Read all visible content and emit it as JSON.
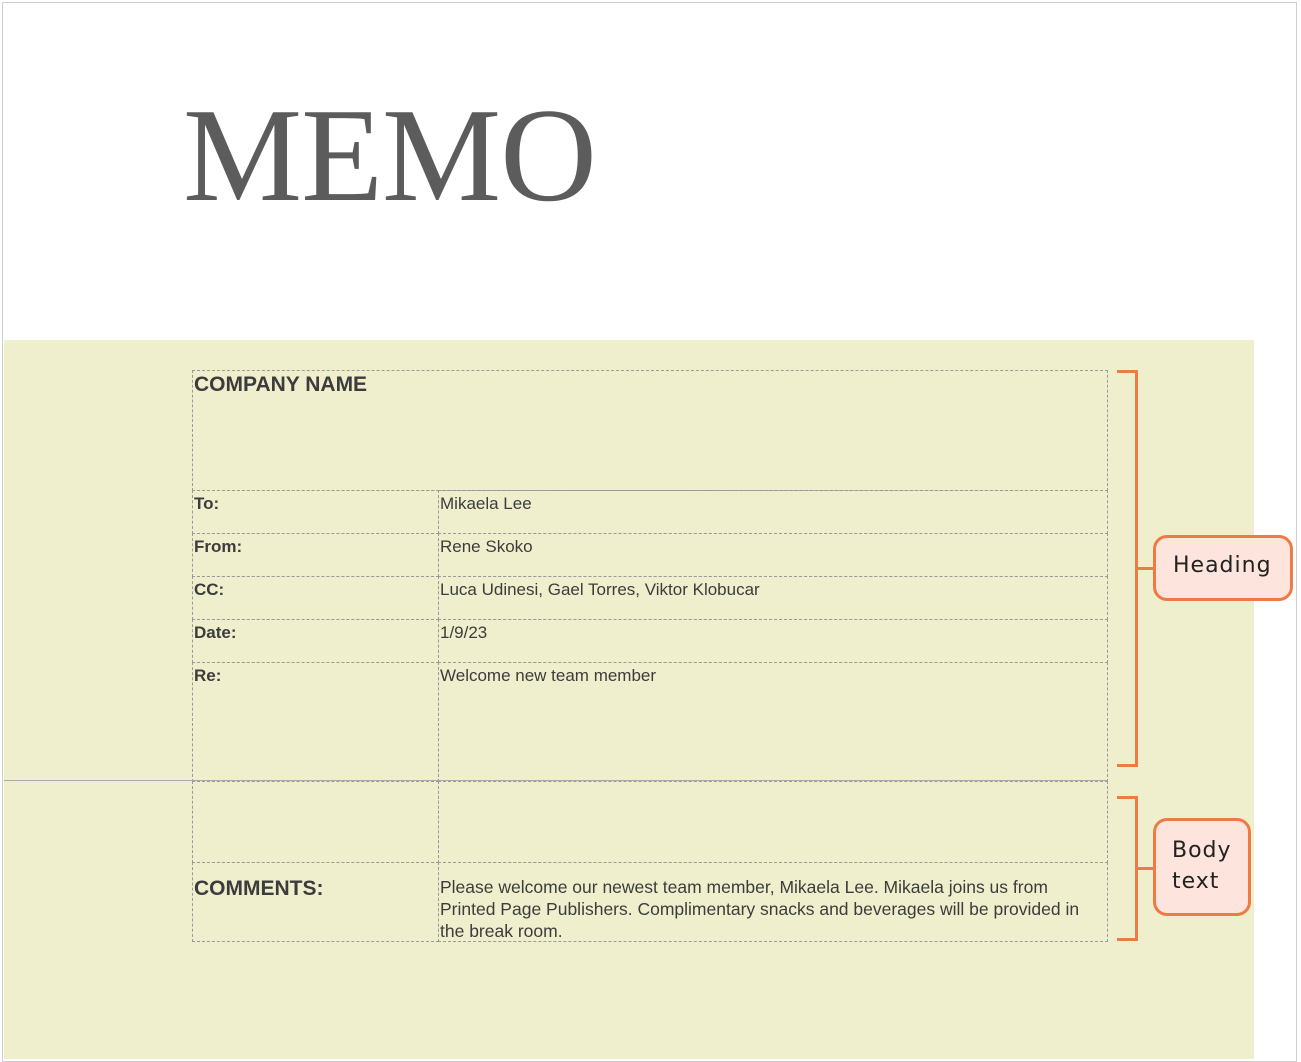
{
  "memo": {
    "title": "MEMO",
    "company_name": "COMPANY NAME",
    "fields": [
      {
        "label": "To:",
        "value": "Mikaela Lee"
      },
      {
        "label": "From:",
        "value": "Rene Skoko"
      },
      {
        "label": "CC:",
        "value": "Luca Udinesi, Gael Torres, Viktor Klobucar"
      },
      {
        "label": "Date:",
        "value": "1/9/23"
      },
      {
        "label": "Re:",
        "value": "Welcome new team member"
      }
    ],
    "comments_label": "COMMENTS:",
    "comments_text": "Please welcome our newest team member, Mikaela Lee. Mikaela joins us from Printed Page Publishers. Complimentary snacks and beverages will be provided in the break room."
  },
  "annotations": {
    "heading_label": "Heading",
    "body_label": "Body text"
  },
  "colors": {
    "accent": "#ee7a46",
    "callout_fill": "#fde4dc",
    "page_tint": "#efefcd",
    "text": "#3c3c3c"
  }
}
